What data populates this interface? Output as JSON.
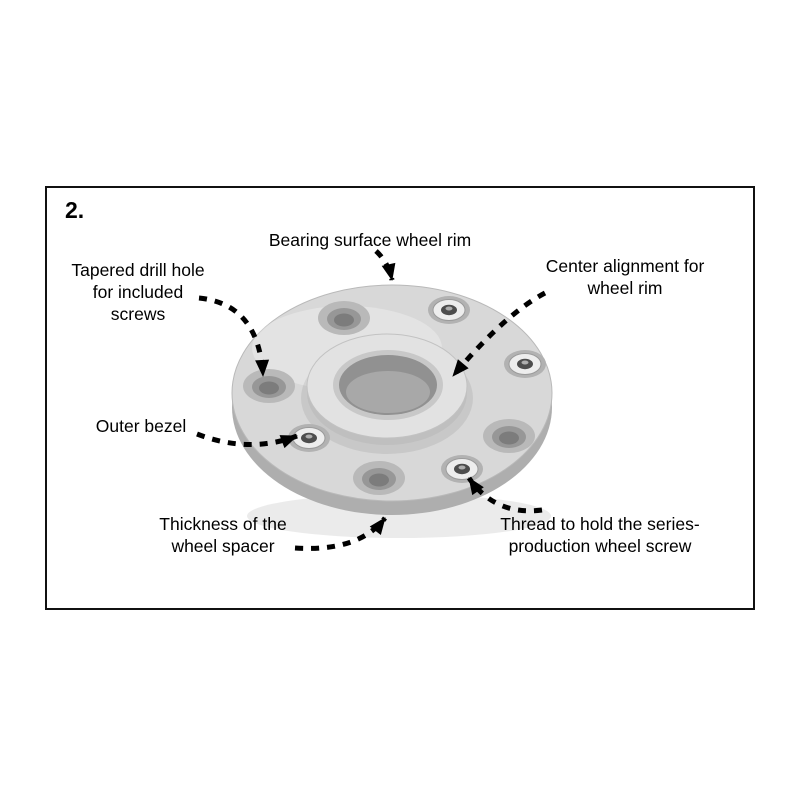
{
  "figure": {
    "step_number": "2.",
    "labels": {
      "bearing_surface": "Bearing surface wheel rim",
      "tapered_drill_hole": "Tapered drill hole\nfor included\nscrews",
      "center_alignment": "Center alignment for\nwheel rim",
      "outer_bezel": "Outer bezel",
      "thickness": "Thickness of the\nwheel spacer",
      "thread": "Thread to hold the series-\nproduction wheel screw"
    }
  },
  "colors": {
    "background": "#ffffff",
    "frame_border": "#111111",
    "annotation": "#000000",
    "disc_top": "#d8d8d8",
    "disc_side": "#aeaeae",
    "hub_top": "#e2e2e2",
    "hub_side": "#bfbfbf",
    "bore": "#919191",
    "hole_counter": "#b9b9b9",
    "hole_inner": "#7c7c7c",
    "insert_ring": "#ededed",
    "insert_center": "#4d4d4d"
  }
}
